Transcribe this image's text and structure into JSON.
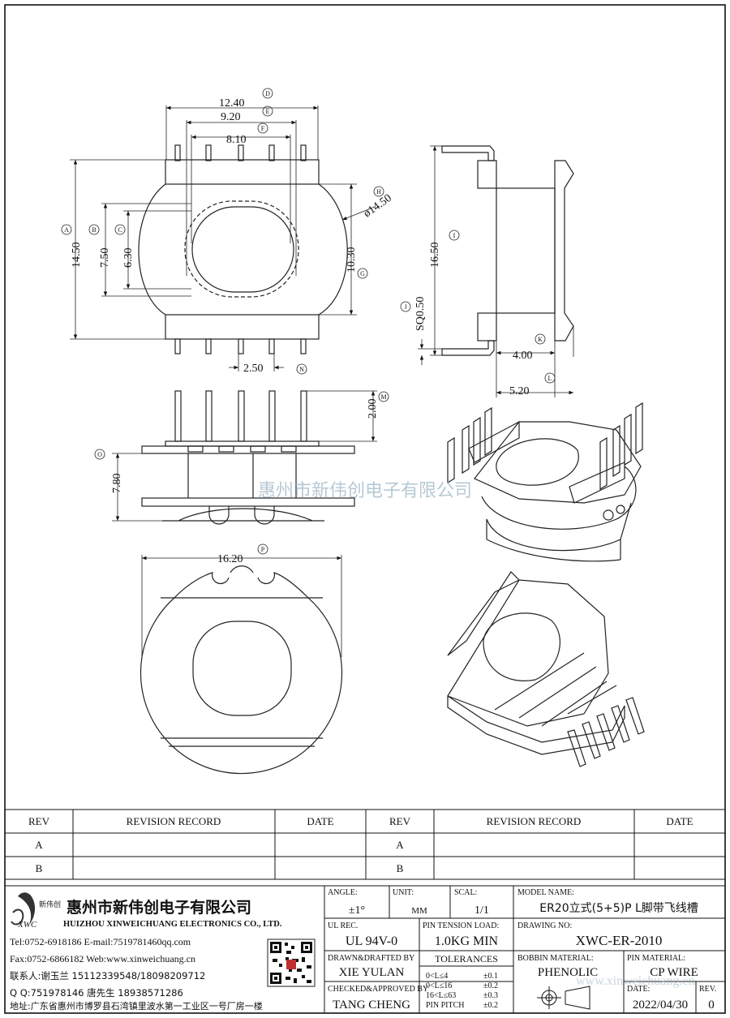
{
  "dimensions": {
    "d_1240": "12.40",
    "d_920": "9.20",
    "d_810": "8.10",
    "d_1450": "14.50",
    "d_750": "7.50",
    "d_630": "6.30",
    "d_dia1450": "ø14.50",
    "d_1030": "10.30",
    "d_250": "2.50",
    "d_1650": "16.50",
    "d_sq050": "SQ0.50",
    "d_400": "4.00",
    "d_520": "5.20",
    "d_200": "2.00",
    "d_780": "7.80",
    "d_1620": "16.20"
  },
  "balloons": {
    "A": "A",
    "B": "B",
    "C": "C",
    "D": "D",
    "E": "E",
    "F": "F",
    "G": "G",
    "H": "H",
    "I": "I",
    "J": "J",
    "K": "K",
    "L": "L",
    "M": "M",
    "N": "N",
    "O": "O",
    "P": "P"
  },
  "watermark": "惠州市新伟创电子有限公司",
  "revision": {
    "headers": [
      "REV",
      "REVISION RECORD",
      "DATE",
      "REV",
      "REVISION RECORD",
      "DATE"
    ],
    "rows": [
      [
        "A",
        "",
        "",
        "A",
        "",
        ""
      ],
      [
        "B",
        "",
        "",
        "B",
        "",
        ""
      ]
    ]
  },
  "company": {
    "logo_brand": "新伟创",
    "logo_text": "XWC",
    "name_cn": "惠州市新伟创电子有限公司",
    "name_en": "HUIZHOU XINWEICHUANG ELECTRONICS CO., LTD.",
    "contact_lines": [
      "Tel:0752-6918186 E-mail:7519781460qq.com",
      "Fax:0752-6866182 Web:www.xinweichuang.cn",
      "联系人:谢玉兰 15112339548/18098209712",
      "Q Q:751978146    唐先生 18938571286"
    ],
    "address": "地址:广东省惠州市博罗县石湾镇里波水第一工业区一号厂房一楼"
  },
  "title_block": {
    "angle_label": "ANGLE:",
    "angle_value": "±1°",
    "unit_label": "UNIT:",
    "unit_value": "MM",
    "scal_label": "SCAL:",
    "scal_value": "1/1",
    "model_label": "MODEL NAME:",
    "model_value": "ER20立式(5+5)P L脚带飞线槽",
    "ul_label": "UL REC.",
    "ul_value": "UL 94V-0",
    "pin_tension_label": "PIN TENSION LOAD:",
    "pin_tension_value": "1.0KG MIN",
    "drawing_label": "DRAWING NO:",
    "drawing_value": "XWC-ER-2010",
    "drawn_label": "DRAWN&DRAFTED BY",
    "drawn_value": "XIE YULAN",
    "checked_label": "CHECKED&APPROVED BY",
    "checked_value": "TANG CHENG",
    "tol_label": "TOLERANCES",
    "tol_rows": [
      [
        "0<L≤4",
        "±0.1"
      ],
      [
        "0<L≤16",
        "±0.2"
      ],
      [
        "16<L≤63",
        "±0.3"
      ],
      [
        "PIN PITCH",
        "±0.2"
      ]
    ],
    "bobbin_label": "BOBBIN MATERIAL:",
    "bobbin_value": "PHENOLIC",
    "pin_mat_label": "PIN MATERIAL:",
    "pin_mat_value": "CP WIRE",
    "website_watermark": "www.xinweichuang.cn",
    "date_label": "DATE:",
    "date_value": "2022/04/30",
    "rev_label": "REV.",
    "rev_value": "0"
  }
}
